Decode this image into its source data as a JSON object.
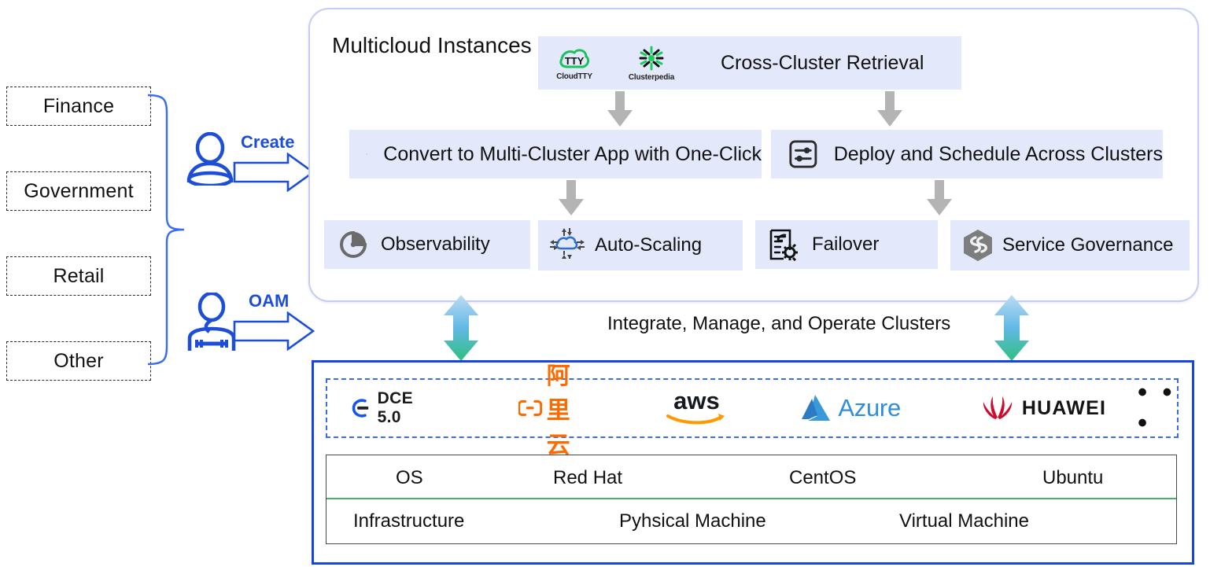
{
  "industries": {
    "items": [
      {
        "label": "Finance"
      },
      {
        "label": "Government"
      },
      {
        "label": "Retail"
      },
      {
        "label": "Other"
      }
    ]
  },
  "actors": [
    {
      "name": "create-actor",
      "label": "Create",
      "icon": "user-icon"
    },
    {
      "name": "oam-actor",
      "label": "OAM",
      "icon": "user-wrench-icon"
    }
  ],
  "multicloud": {
    "title": "Multicloud Instances",
    "retrieval": {
      "label": "Cross-Cluster Retrieval",
      "logos": [
        {
          "name": "cloudtty-logo",
          "caption": "CloudTTY"
        },
        {
          "name": "clusterpedia-logo",
          "caption": "Clusterpedia"
        }
      ]
    },
    "mid_row": [
      {
        "name": "convert-app",
        "label": "Convert to Multi-Cluster App with One-Click",
        "icon": "sync-icon"
      },
      {
        "name": "deploy-schedule",
        "label": "Deploy and Schedule Across Clusters",
        "icon": "sliders-icon"
      }
    ],
    "features": [
      {
        "name": "observability",
        "label": "Observability",
        "icon": "donut-chart-icon"
      },
      {
        "name": "auto-scaling",
        "label": "Auto-Scaling",
        "icon": "cloud-scale-icon"
      },
      {
        "name": "failover",
        "label": "Failover",
        "icon": "document-gear-icon"
      },
      {
        "name": "service-governance",
        "label": "Service Governance",
        "icon": "istio-hex-icon"
      }
    ]
  },
  "connector": {
    "label": "Integrate, Manage, and Operate Clusters"
  },
  "infrastructure": {
    "vendors": [
      {
        "name": "dce-logo",
        "label": "DCE 5.0"
      },
      {
        "name": "alibaba-cloud-logo",
        "label": "阿里云"
      },
      {
        "name": "aws-logo",
        "label": "aws"
      },
      {
        "name": "azure-logo",
        "label": "Azure"
      },
      {
        "name": "huawei-logo",
        "label": "HUAWEI"
      },
      {
        "name": "more-ellipsis",
        "label": "• • •"
      }
    ],
    "table": {
      "rows": [
        {
          "name": "os-row",
          "cells": [
            "OS",
            "Red Hat",
            "CentOS",
            "Ubuntu"
          ]
        },
        {
          "name": "infrastructure-row",
          "cells": [
            "Infrastructure",
            "Pyhsical Machine",
            "Virtual Machine"
          ]
        }
      ]
    }
  },
  "colors": {
    "accent_blue": "#1646e0",
    "lavender": "#e3e8fb",
    "border_periwinkle": "#c3cdf5",
    "green_divider": "#46b06a",
    "gray_arrow": "#b4b4b4"
  }
}
